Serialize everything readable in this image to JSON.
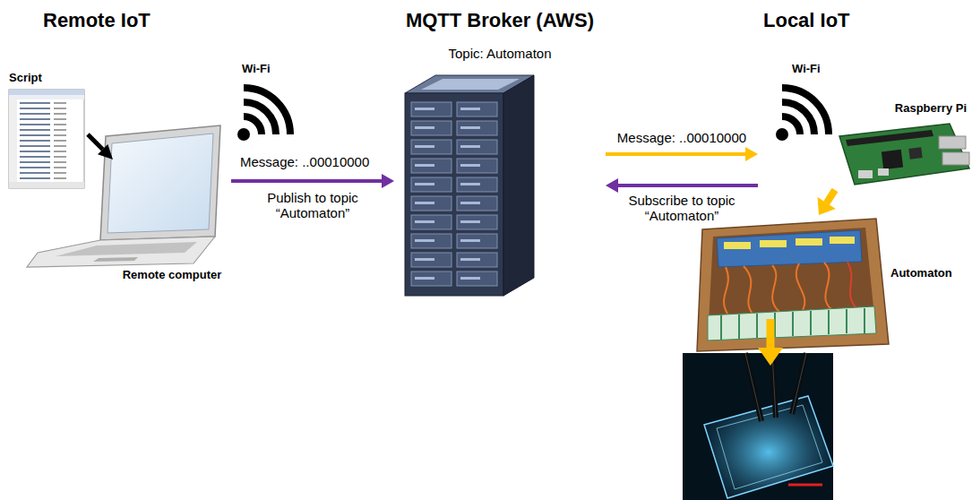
{
  "diagram": {
    "nodes": [
      {
        "text": [
          "Script"
        ]
      },
      {
        "text": [
          "Remote computer"
        ]
      },
      {
        "text": [
          "MQTT Broker (AWS)",
          "Topic: Automaton"
        ]
      },
      {
        "text": [
          "Raspberry Pi"
        ]
      },
      {
        "text": [
          "Automaton"
        ]
      }
    ],
    "edges": [
      {
        "from": 0,
        "to": 1,
        "arrow": "to"
      },
      {
        "from": 1,
        "to": 2,
        "label": "Publish to topic “Automaton”",
        "arrow": "to"
      },
      {
        "from": 2,
        "to": 3,
        "label": "Message: ..00010000",
        "arrow": "to"
      },
      {
        "from": 3,
        "to": 2,
        "label": "Subscribe to topic “Automaton”",
        "arrow": "to"
      },
      {
        "from": 3,
        "to": 4,
        "arrow": "to"
      }
    ],
    "labels": [
      "Remote IoT",
      "Local IoT",
      "Wi-Fi",
      "Message: ..00010000",
      "Wi-Fi"
    ]
  }
}
